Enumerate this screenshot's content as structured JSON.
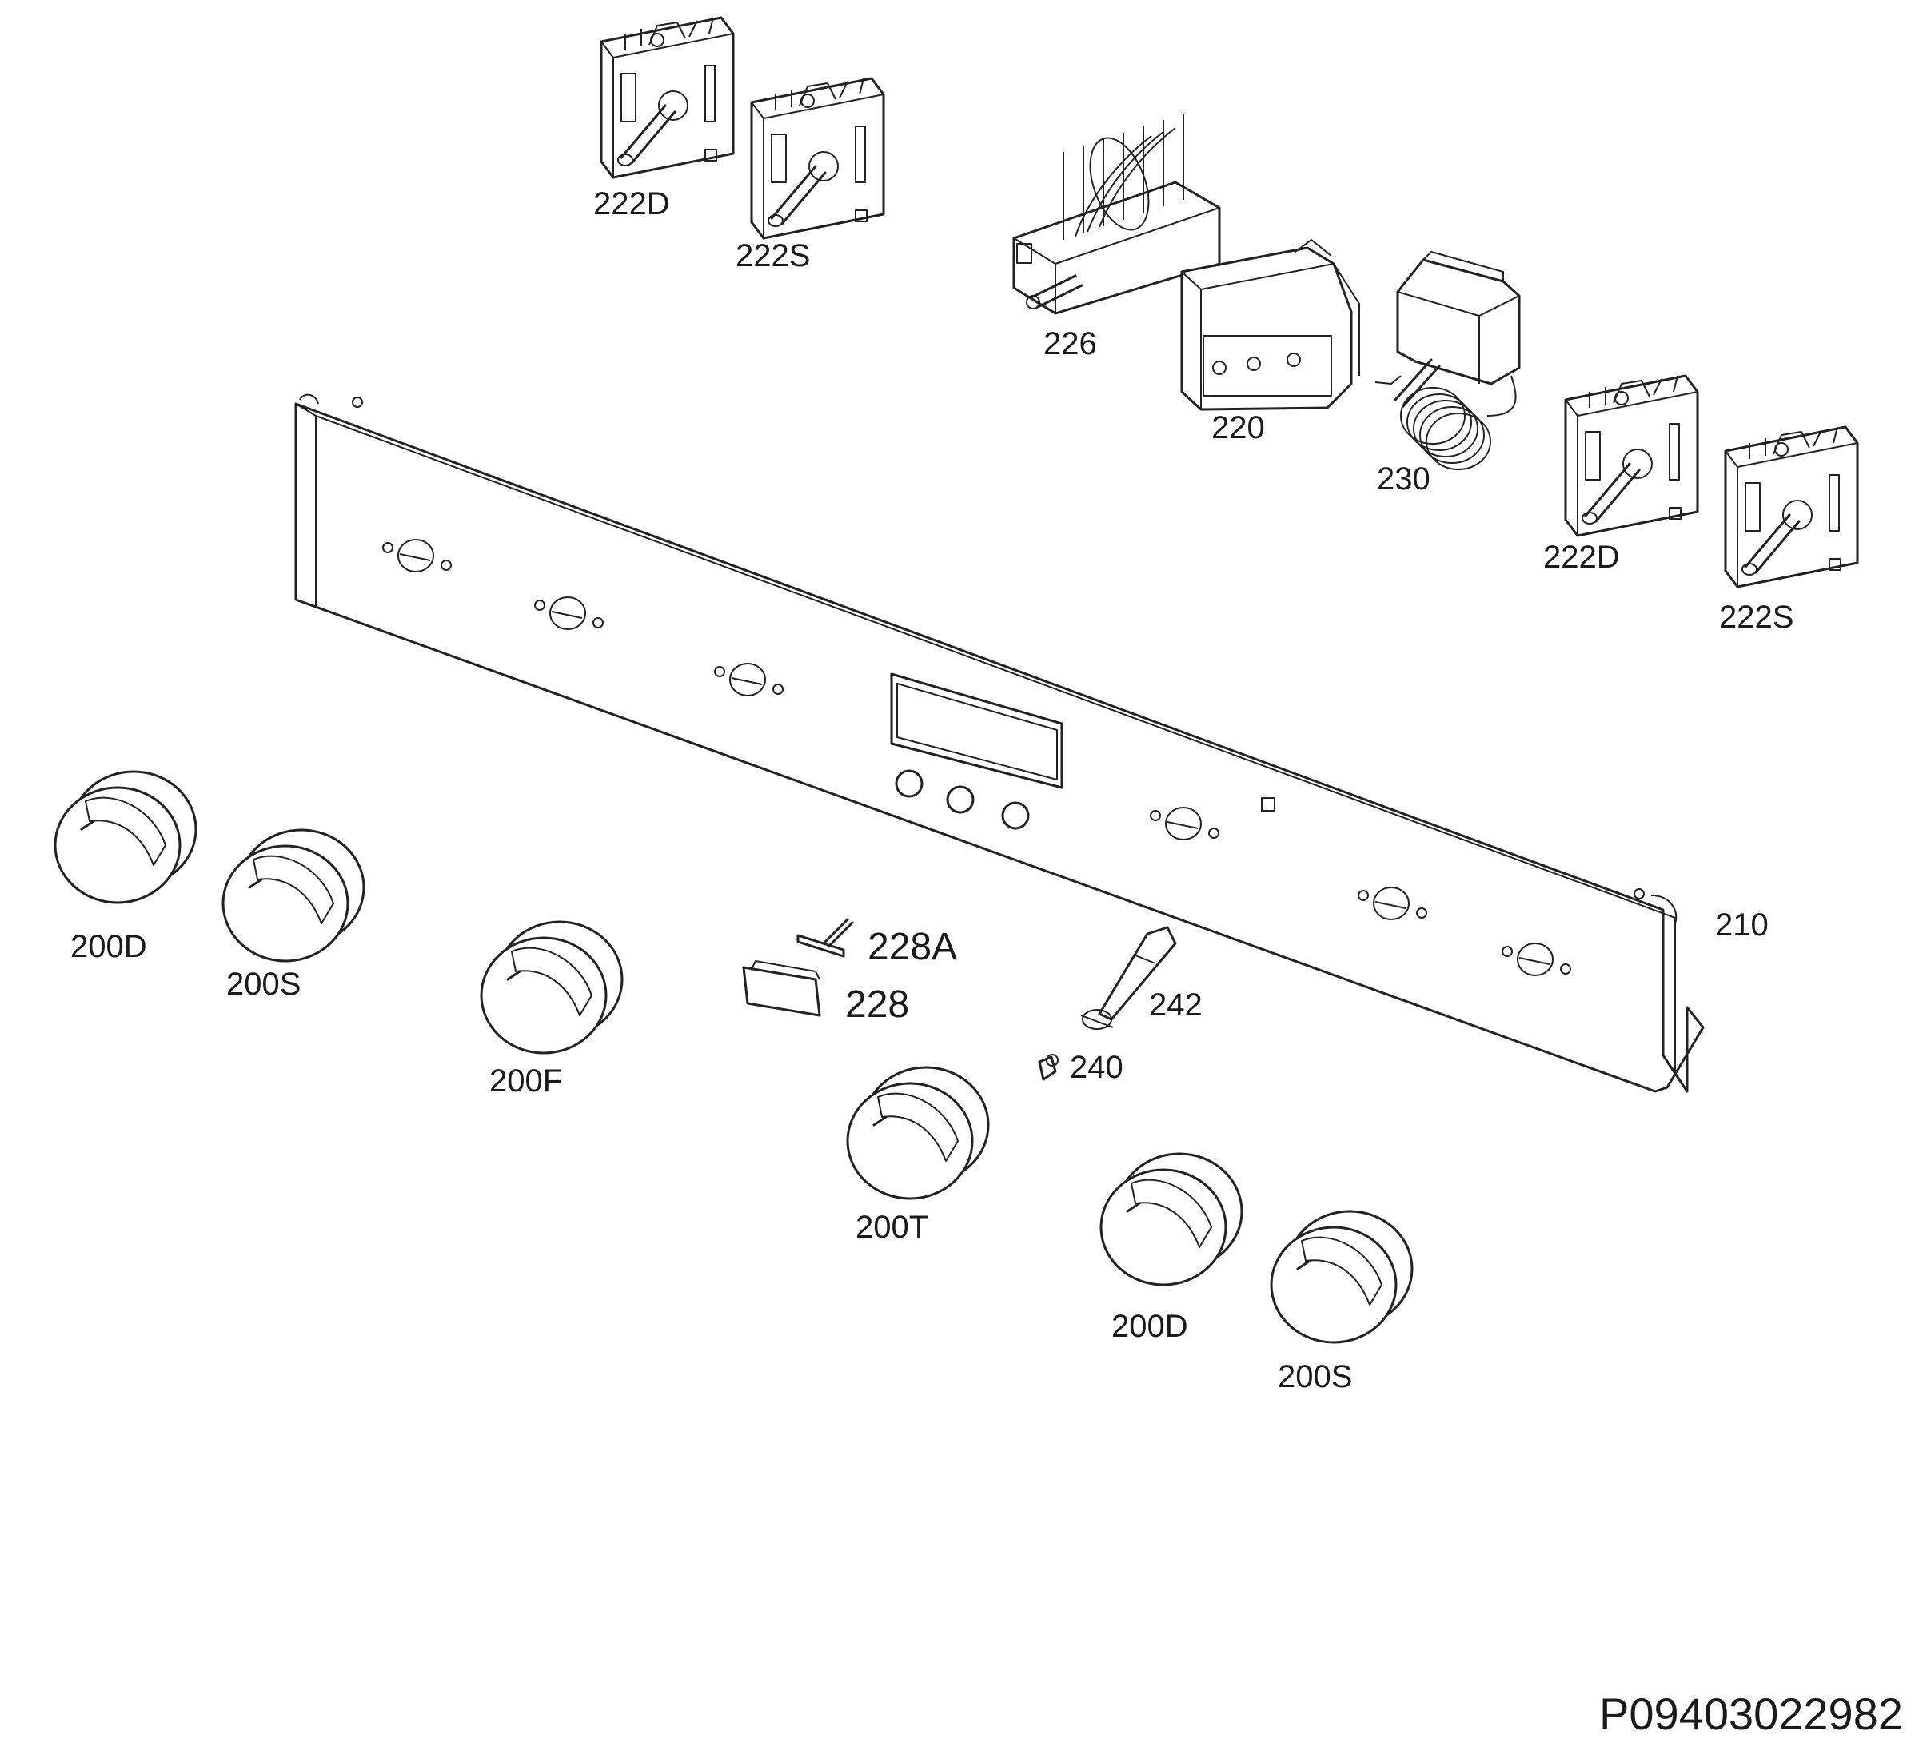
{
  "labels": {
    "p222D_top": "222D",
    "p222S_top": "222S",
    "p226": "226",
    "p220": "220",
    "p230": "230",
    "p222D_right": "222D",
    "p222S_right": "222S",
    "p210": "210",
    "p200D_left": "200D",
    "p200S_left": "200S",
    "p200F": "200F",
    "p228A": "228A",
    "p228": "228",
    "p242": "242",
    "p240": "240",
    "p200T": "200T",
    "p200D_bottom": "200D",
    "p200S_bottom": "200S"
  },
  "document_id": "P09403022982"
}
